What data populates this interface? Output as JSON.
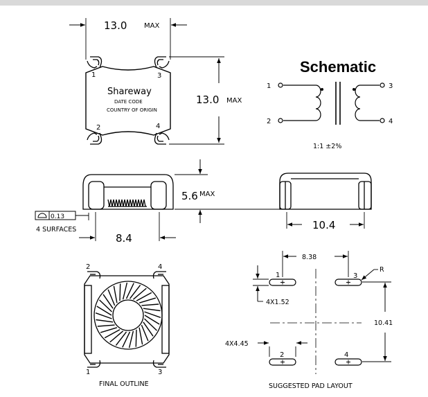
{
  "top_view": {
    "width_value": "13.0",
    "width_suffix": "MAX",
    "height_value": "13.0",
    "height_suffix": "MAX",
    "brand": "Shareway",
    "date_code": "DATE CODE",
    "country": "COUNTRY OF ORIGIN",
    "pins": [
      "1",
      "2",
      "3",
      "4"
    ]
  },
  "schematic": {
    "title": "Schematic",
    "pins": [
      "1",
      "2",
      "3",
      "4"
    ],
    "ratio": "1:1  ±2%"
  },
  "side_view": {
    "height_value": "5.6",
    "height_suffix": "MAX",
    "flatness": "0.13",
    "surfaces": "4 SURFACES",
    "pad_span": "8.4"
  },
  "end_view": {
    "width": "10.4"
  },
  "final_outline": {
    "caption": "FINAL OUTLINE",
    "pins": [
      "1",
      "2",
      "3",
      "4"
    ]
  },
  "pad_layout": {
    "caption": "SUGGESTED PAD LAYOUT",
    "pitch_x": "8.38",
    "pitch_y": "10.41",
    "pad_size": "4X1.52",
    "pad_length": "4X4.45",
    "radius": "R",
    "pins": [
      "1",
      "2",
      "3",
      "4"
    ]
  },
  "colors": {
    "line": "#000000",
    "background": "#ffffff",
    "top_border": "#d9d9d9"
  }
}
